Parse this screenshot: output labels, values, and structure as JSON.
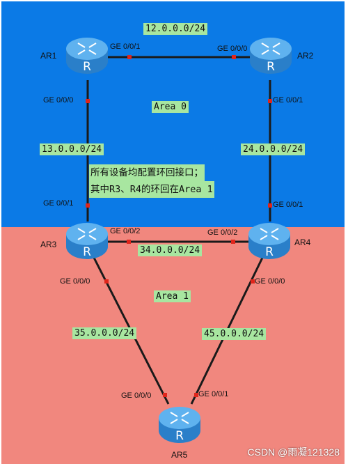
{
  "colors": {
    "area0": "#0b7ae6",
    "area1": "#f1877e",
    "link": "#1a1a1a",
    "port_dot": "#e0251b",
    "tag_bg": "#a8e6a0"
  },
  "routers": [
    {
      "id": "AR1",
      "label": "AR1",
      "icon": "router-icon"
    },
    {
      "id": "AR2",
      "label": "AR2",
      "icon": "router-icon"
    },
    {
      "id": "AR3",
      "label": "AR3",
      "icon": "router-icon"
    },
    {
      "id": "AR4",
      "label": "AR4",
      "icon": "router-icon"
    },
    {
      "id": "AR5",
      "label": "AR5",
      "icon": "router-icon"
    }
  ],
  "router_glyph": "R",
  "links": [
    {
      "from": "AR1",
      "to": "AR2",
      "network": "12.0.0.0/24",
      "from_port": "GE 0/0/1",
      "to_port": "GE 0/0/0"
    },
    {
      "from": "AR1",
      "to": "AR3",
      "network": "13.0.0.0/24",
      "from_port": "GE 0/0/0",
      "to_port": "GE 0/0/1"
    },
    {
      "from": "AR2",
      "to": "AR4",
      "network": "24.0.0.0/24",
      "from_port": "GE 0/0/1",
      "to_port": "GE 0/0/1"
    },
    {
      "from": "AR3",
      "to": "AR4",
      "network": "34.0.0.0/24",
      "from_port": "GE 0/0/2",
      "to_port": "GE 0/0/2"
    },
    {
      "from": "AR3",
      "to": "AR5",
      "network": "35.0.0.0/24",
      "from_port": "GE 0/0/0",
      "to_port": "GE 0/0/0"
    },
    {
      "from": "AR4",
      "to": "AR5",
      "network": "45.0.0.0/24",
      "from_port": "GE 0/0/0",
      "to_port": "GE 0/0/1"
    }
  ],
  "areas": {
    "area0": "Area 0",
    "area1": "Area 1"
  },
  "note": [
    "所有设备均配置环回接口；",
    "其中R3、R4的环回在Area 1"
  ],
  "watermark": "CSDN @雨凝121328"
}
